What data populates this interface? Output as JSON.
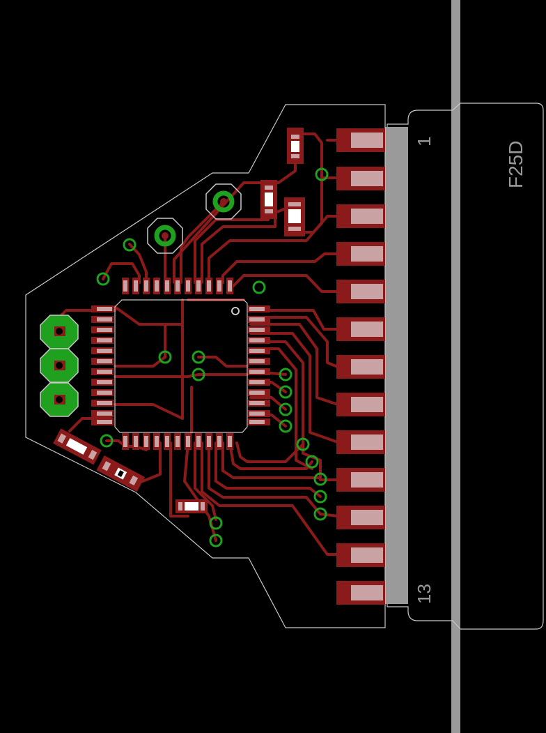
{
  "connector": {
    "name": "F25D",
    "pin_first": "1",
    "pin_last": "13"
  },
  "colors": {
    "background": "#000000",
    "copper": "#8b1a1a",
    "pad_highlight": "#c9a3a3",
    "via": "#1fa01f",
    "outline": "#c8c8c8",
    "connector_body": "#9a9a9a"
  }
}
